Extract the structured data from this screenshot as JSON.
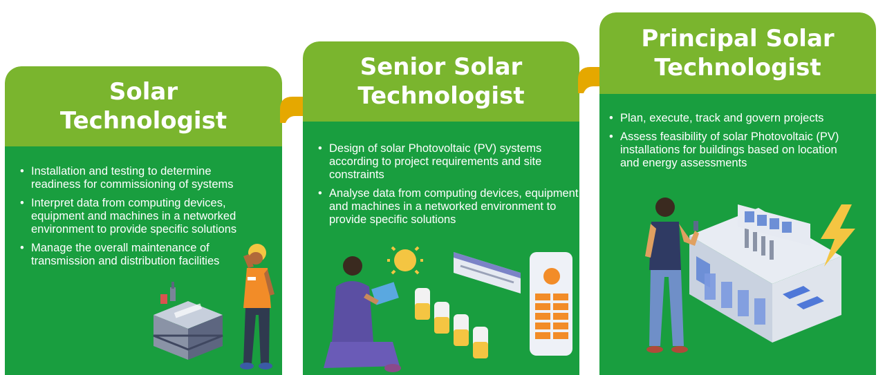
{
  "cards": [
    {
      "title_lines": [
        "Solar",
        "Technologist"
      ],
      "bullets": [
        "Installation and testing to determine readiness for commissioning of systems",
        "Interpret data from computing devices, equipment and machines in a networked environment to provide specific solutions",
        "Manage the overall maintenance of transmission and distribution facilities"
      ]
    },
    {
      "title_lines": [
        "Senior Solar",
        "Technologist"
      ],
      "bullets": [
        "Design of solar Photovoltaic (PV) systems according to project requirements and site constraints",
        "Analyse data from computing devices, equipment and machines in a networked environment to provide specific solutions"
      ]
    },
    {
      "title_lines": [
        "Principal Solar",
        "Technologist"
      ],
      "bullets": [
        "Plan, execute, track and govern projects",
        "Assess feasibility of solar Photovoltaic (PV) installations for buildings based on location and energy assessments"
      ]
    }
  ],
  "bullet_symbol": "•",
  "colors": {
    "header_green": "#7ab52e",
    "body_green": "#199e3f",
    "arrow_gold": "#e5a800",
    "text": "#ffffff"
  },
  "illustrations": [
    "technician-with-hard-hat-and-equipment-icon",
    "person-with-tablet-and-solar-panels-icon",
    "person-with-phone-and-solar-building-icon"
  ]
}
